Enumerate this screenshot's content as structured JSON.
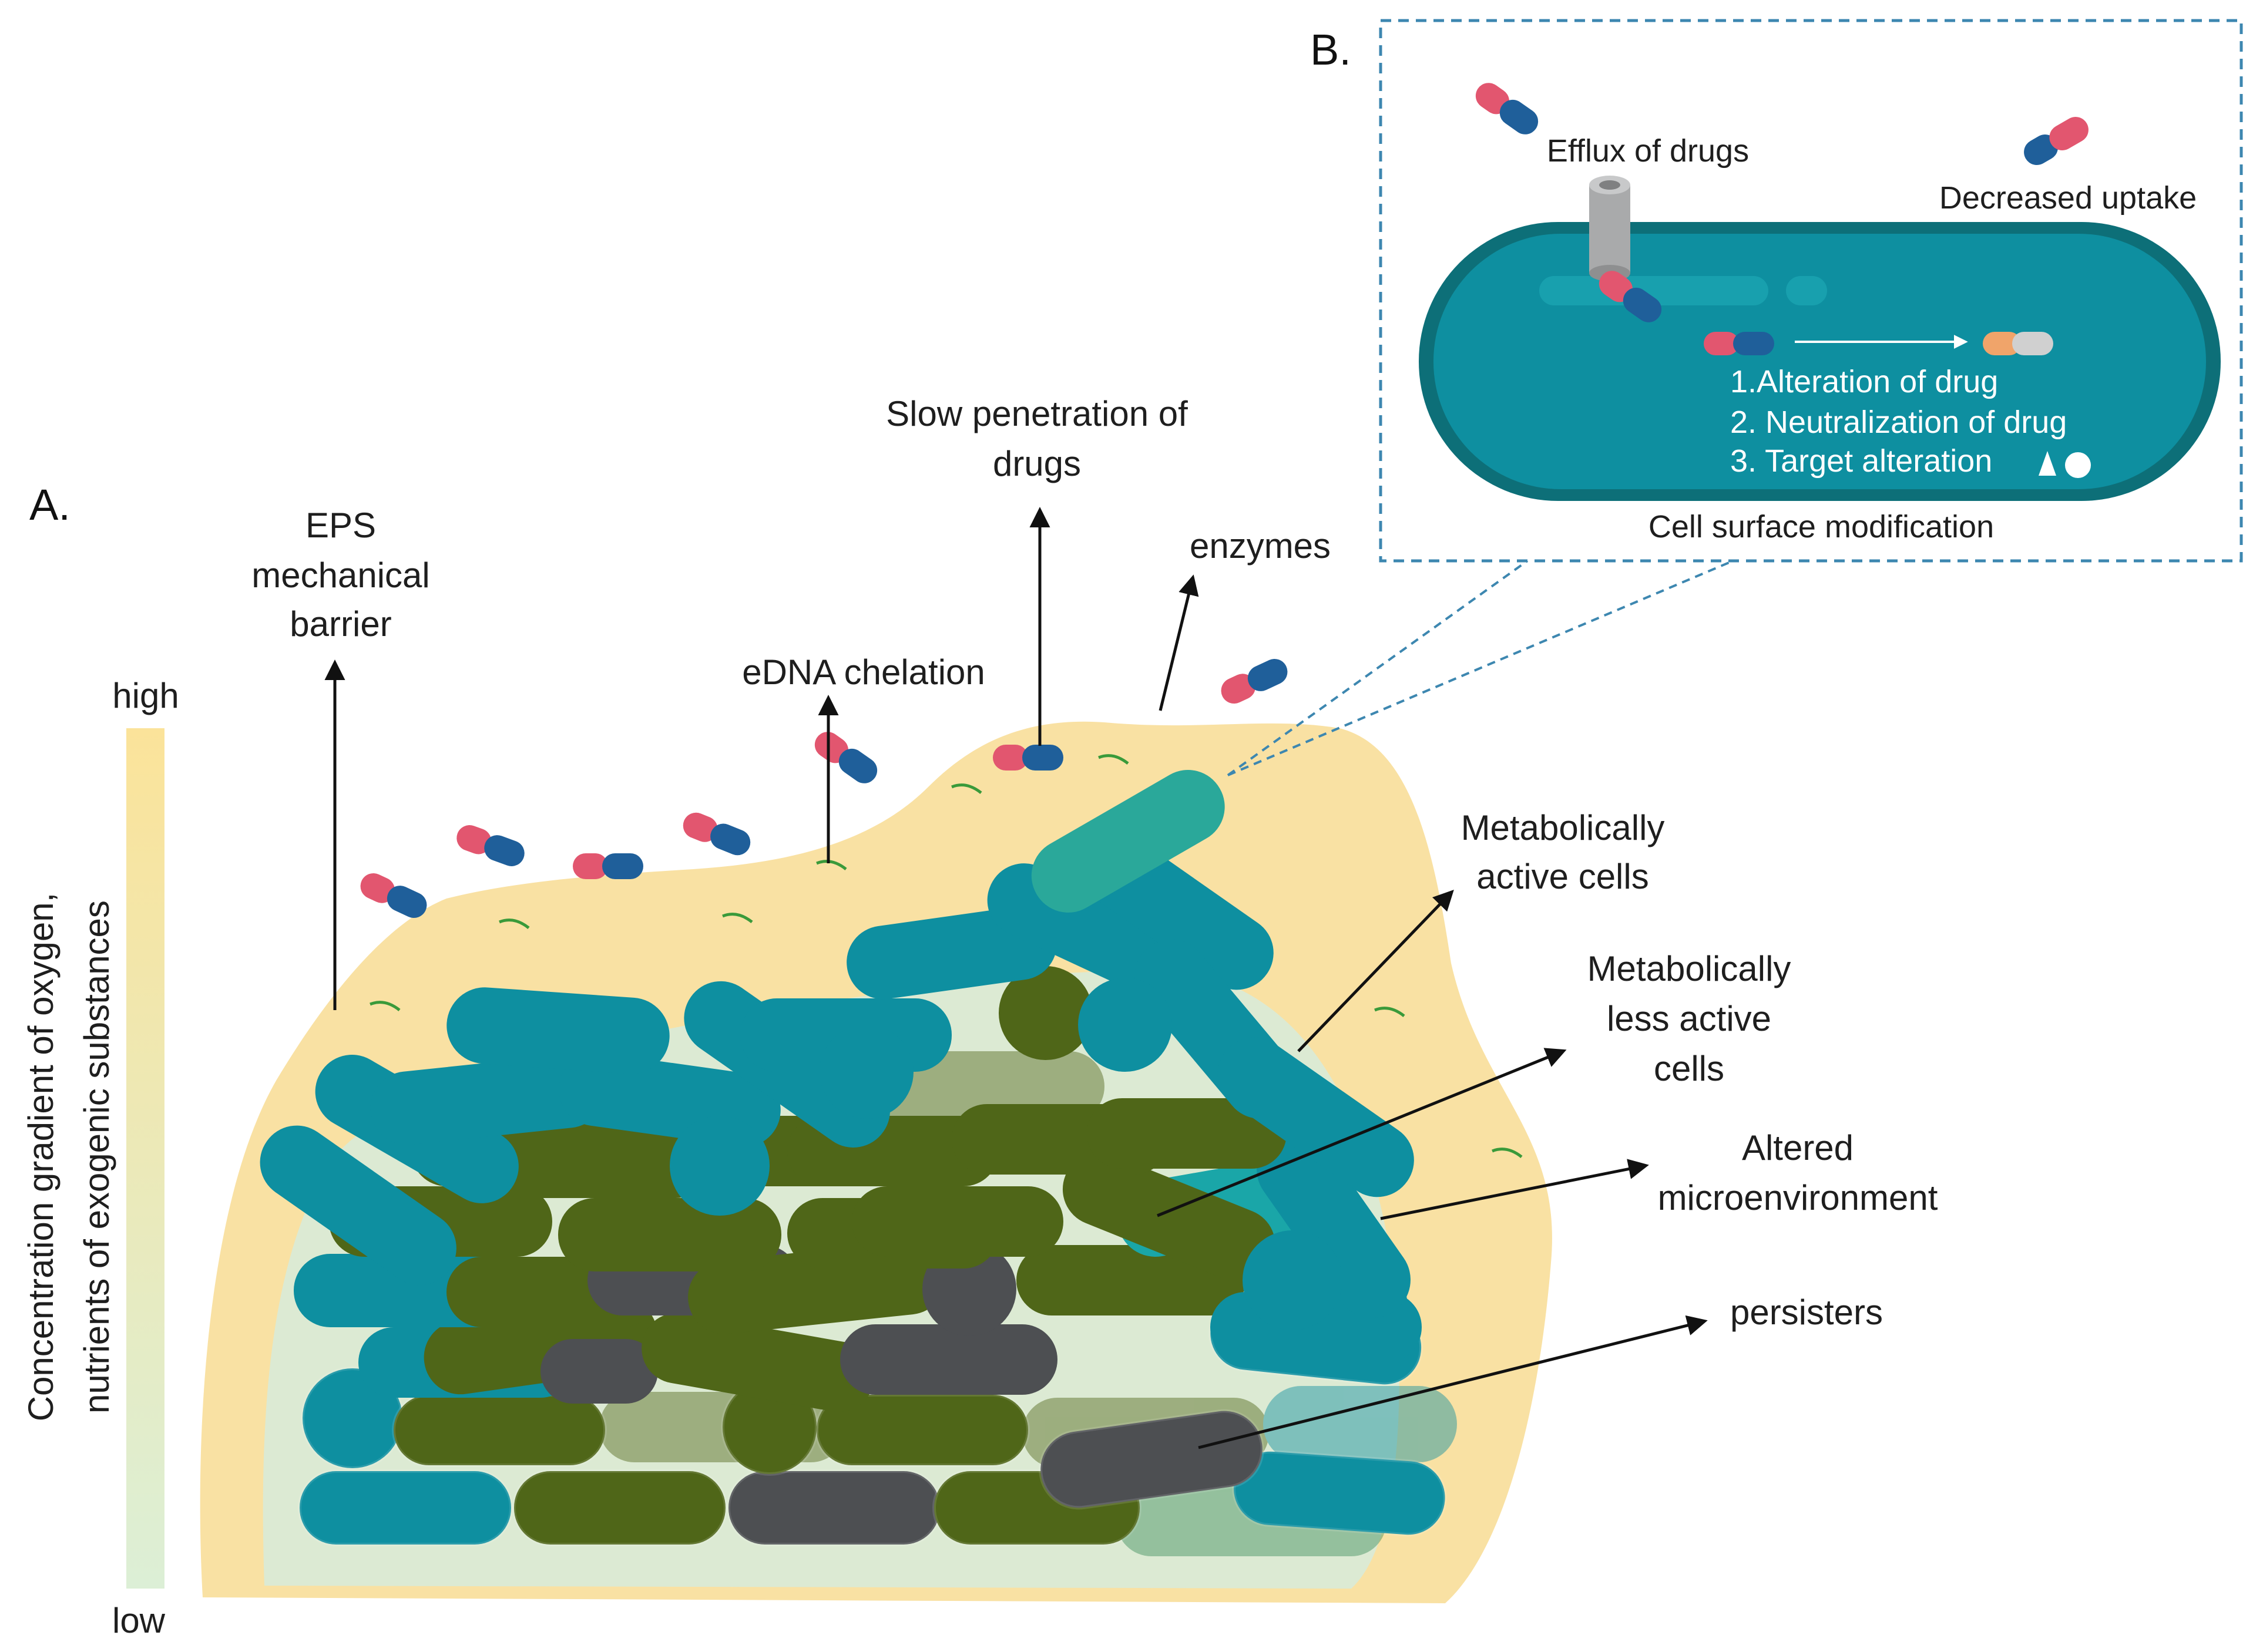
{
  "panels": {
    "a": "A.",
    "b": "B."
  },
  "gradient_bar": {
    "high": "high",
    "low": "low",
    "caption_line1": "Concentration gradient of oxygen,",
    "caption_line2": "nutrients of exogenic substances"
  },
  "labels": {
    "eps_line1": "EPS",
    "eps_line2": "mechanical",
    "eps_line3": "barrier",
    "slow_line1": "Slow penetration of",
    "slow_line2": "drugs",
    "enzymes": "enzymes",
    "edna": "eDNA chelation",
    "active_line1": "Metabolically",
    "active_line2": "active cells",
    "less_line1": "Metabolically",
    "less_line2": "less active",
    "less_line3": "cells",
    "altered_line1": "Altered",
    "altered_line2": "microenvironment",
    "persisters": "persisters"
  },
  "inset": {
    "efflux": "Efflux of drugs",
    "decreased_uptake": "Decreased uptake",
    "mech1": "1.Alteration of drug",
    "mech2": "2. Neutralization of drug",
    "mech3": "3. Target alteration",
    "cell_surface": "Cell surface modification"
  },
  "colors": {
    "active_cell": "#0e8fa0",
    "less_active_cell": "#4f6618",
    "persister_cell": "#4d4f52",
    "eps_matrix": "#f9e1a3",
    "inner_matrix": "#dcead3",
    "active_label": "#1fb6e8",
    "less_active_label": "#4e8f2c",
    "drug_red": "#e2566f",
    "drug_blue": "#1f5f9a",
    "inset_border": "#3d87b0"
  },
  "icons": [
    "drug-capsule-icon",
    "efflux-pump-icon",
    "altered-drug-icon",
    "target-icon"
  ]
}
